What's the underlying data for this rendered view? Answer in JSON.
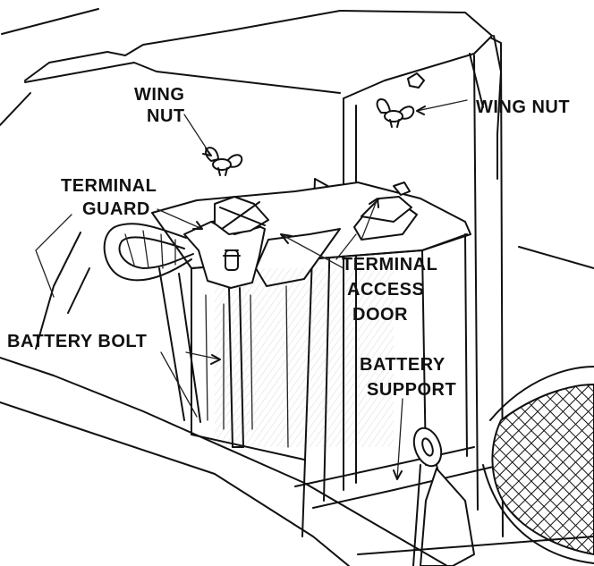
{
  "labels": {
    "wing_nut_left_line1": "WING",
    "wing_nut_left_line2": "NUT",
    "wing_nut_right": "WING NUT",
    "terminal_guard_line1": "TERMINAL",
    "terminal_guard_line2": "GUARD",
    "terminal_access_door_line1": "TERMINAL",
    "terminal_access_door_line2": "ACCESS",
    "terminal_access_door_line3": "DOOR",
    "battery_bolt": "BATTERY BOLT",
    "battery_support_line1": "BATTERY",
    "battery_support_line2": "SUPPORT"
  },
  "style": {
    "ink": "#111111",
    "paper": "#ffffff"
  }
}
